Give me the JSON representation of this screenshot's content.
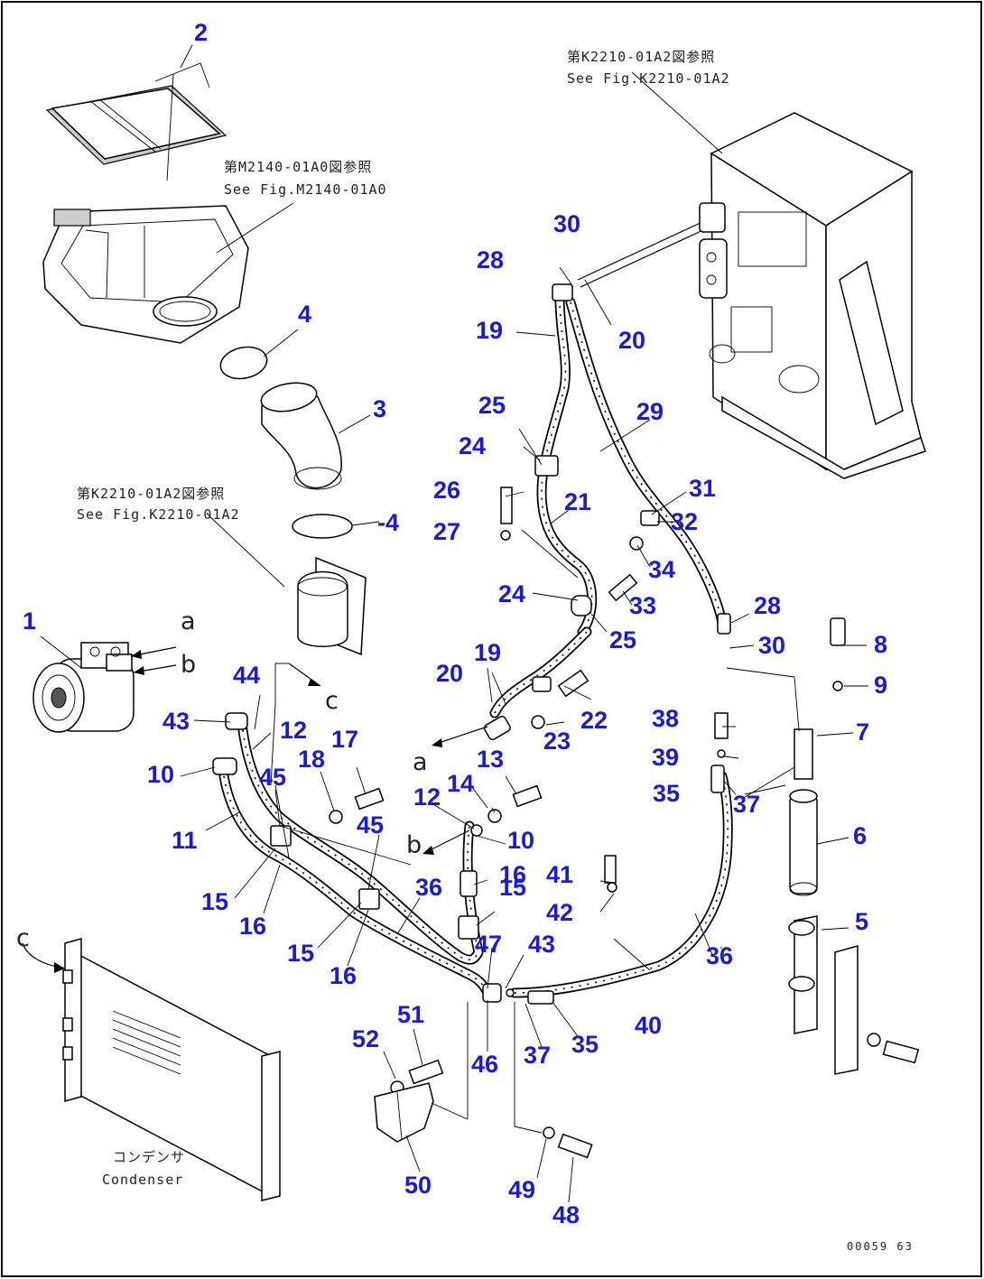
{
  "callouts": [
    "1",
    "2",
    "3",
    "4",
    "-4",
    "5",
    "6",
    "7",
    "8",
    "9",
    "10",
    "10",
    "11",
    "12",
    "12",
    "13",
    "14",
    "15",
    "15",
    "15",
    "16",
    "16",
    "16",
    "17",
    "18",
    "19",
    "19",
    "20",
    "20",
    "21",
    "22",
    "23",
    "24",
    "24",
    "25",
    "25",
    "26",
    "27",
    "28",
    "28",
    "29",
    "30",
    "30",
    "31",
    "32",
    "33",
    "34",
    "35",
    "35",
    "36",
    "36",
    "37",
    "37",
    "38",
    "39",
    "40",
    "41",
    "42",
    "43",
    "43",
    "44",
    "45",
    "45",
    "46",
    "47",
    "48",
    "49",
    "50",
    "51",
    "52"
  ],
  "notes": [
    "第K2210-01A2図参照",
    "See Fig.K2210-01A2",
    "第M2140-01A0図参照",
    "See Fig.M2140-01A0",
    "第K2210-01A2図参照",
    "See Fig.K2210-01A2"
  ],
  "letters": [
    "a",
    "b",
    "c",
    "a",
    "b",
    "c"
  ],
  "condenser": {
    "jp": "コンデンサ",
    "en": "Condenser"
  },
  "code": "00059 63"
}
